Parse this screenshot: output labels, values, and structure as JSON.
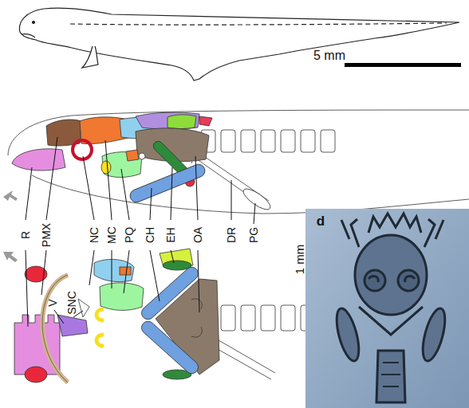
{
  "diagram": {
    "labels": [
      "5 mm",
      "R",
      "PMX",
      "NC",
      "MC",
      "PQ",
      "CH",
      "EH",
      "OA",
      "DR",
      "PG",
      "V",
      "SNC",
      "1 mm",
      "d"
    ]
  }
}
